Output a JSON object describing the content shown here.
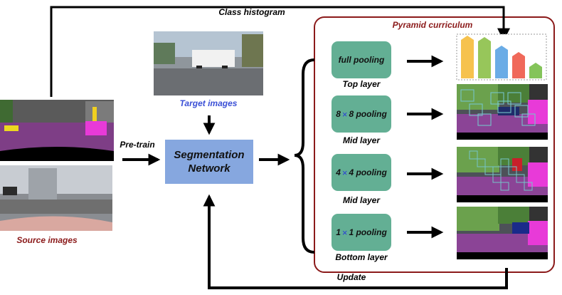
{
  "labels": {
    "class_histogram": "Class histogram",
    "pyramid_curriculum": "Pyramid curriculum",
    "target_images": "Target images",
    "source_images": "Source images",
    "pre_train": "Pre-train",
    "update": "Update"
  },
  "network": {
    "line1": "Segmentation",
    "line2": "Network"
  },
  "pools": [
    {
      "pre": "full pooling",
      "sym": "",
      "post": "",
      "layer": "Top layer"
    },
    {
      "pre": "8",
      "sym": "×",
      "post": "8 pooling",
      "layer": "Mid layer"
    },
    {
      "pre": "4",
      "sym": "×",
      "post": "4 pooling",
      "layer": "Mid layer"
    },
    {
      "pre": "1",
      "sym": "×",
      "post": "1 pooling",
      "layer": "Bottom layer"
    }
  ],
  "colors": {
    "accent_red": "#8b1a1a",
    "accent_blue": "#3a4fd6",
    "network_fill": "#86a7df",
    "pool_fill": "#63af94",
    "histogram_bars": [
      "#f6c24e",
      "#97c65a",
      "#6aace6",
      "#f0695a",
      "#84c45a"
    ]
  }
}
